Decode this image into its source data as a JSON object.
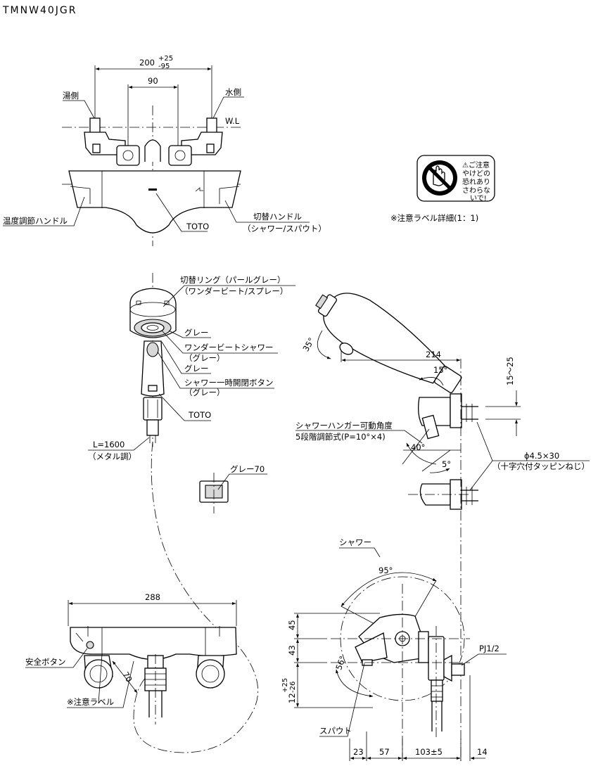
{
  "model": "TMNW40JGR",
  "front_view": {
    "dim_outer": "200",
    "dim_outer_tol_plus": "+25",
    "dim_outer_tol_minus": "-95",
    "dim_inner": "90",
    "hot_side": "湯側",
    "cold_side": "水側",
    "water_level": "W.L",
    "temp_handle": "温度調節ハンドル",
    "brand": "TOTO",
    "switch_handle": "切替ハンドル",
    "switch_handle_sub": "（シャワー/スパウト）"
  },
  "label_detail": {
    "warn_lines": [
      "⚠ご注意",
      "やけどの",
      "恐れあり",
      "さわらな",
      "いで!"
    ],
    "caption": "※注意ラベル詳細(1：1)"
  },
  "showerhead": {
    "switch_ring": "切替リング（パールグレー）",
    "switch_ring_sub": "（ワンダービート/スプレー）",
    "gray1": "グレー",
    "wonder_beat": "ワンダービートシャワー",
    "wonder_beat_sub": "（グレー）",
    "gray2": "グレー",
    "onoff_button": "シャワー一時開閉ボタン",
    "onoff_sub": "（グレー）",
    "brand": "TOTO",
    "hose_length": "L=1600",
    "hose_type": "（メタル調）",
    "clip_color": "グレー70"
  },
  "hanger": {
    "angle_35": "35°",
    "dim_214": "214",
    "angle_15": "15°",
    "dim_15_25": "15～25",
    "movable_angle": "シャワーハンガー可動角度",
    "steps": "5段階調節式(P=10°×4)",
    "angle_40": "40°",
    "angle_5": "5°",
    "screw": "ϕ4.5×30",
    "screw_sub": "（十字穴付タッピンねじ）"
  },
  "bottom_view": {
    "dim_288": "288",
    "safety_button": "安全ボタン",
    "dim_70": "70",
    "caution_label": "※注意ラベル"
  },
  "side_view": {
    "shower": "シャワー",
    "angle_95": "95°",
    "dim_45": "45",
    "dim_43": "43",
    "dim_12": "12",
    "dim_12_tol_plus": "+25",
    "dim_12_tol_minus": "-26",
    "angle_56": "56°",
    "pipe_thread": "PJ1/2",
    "spout": "スパウト",
    "dim_23": "23",
    "dim_57": "57",
    "dim_103": "103±5",
    "dim_14": "14"
  }
}
